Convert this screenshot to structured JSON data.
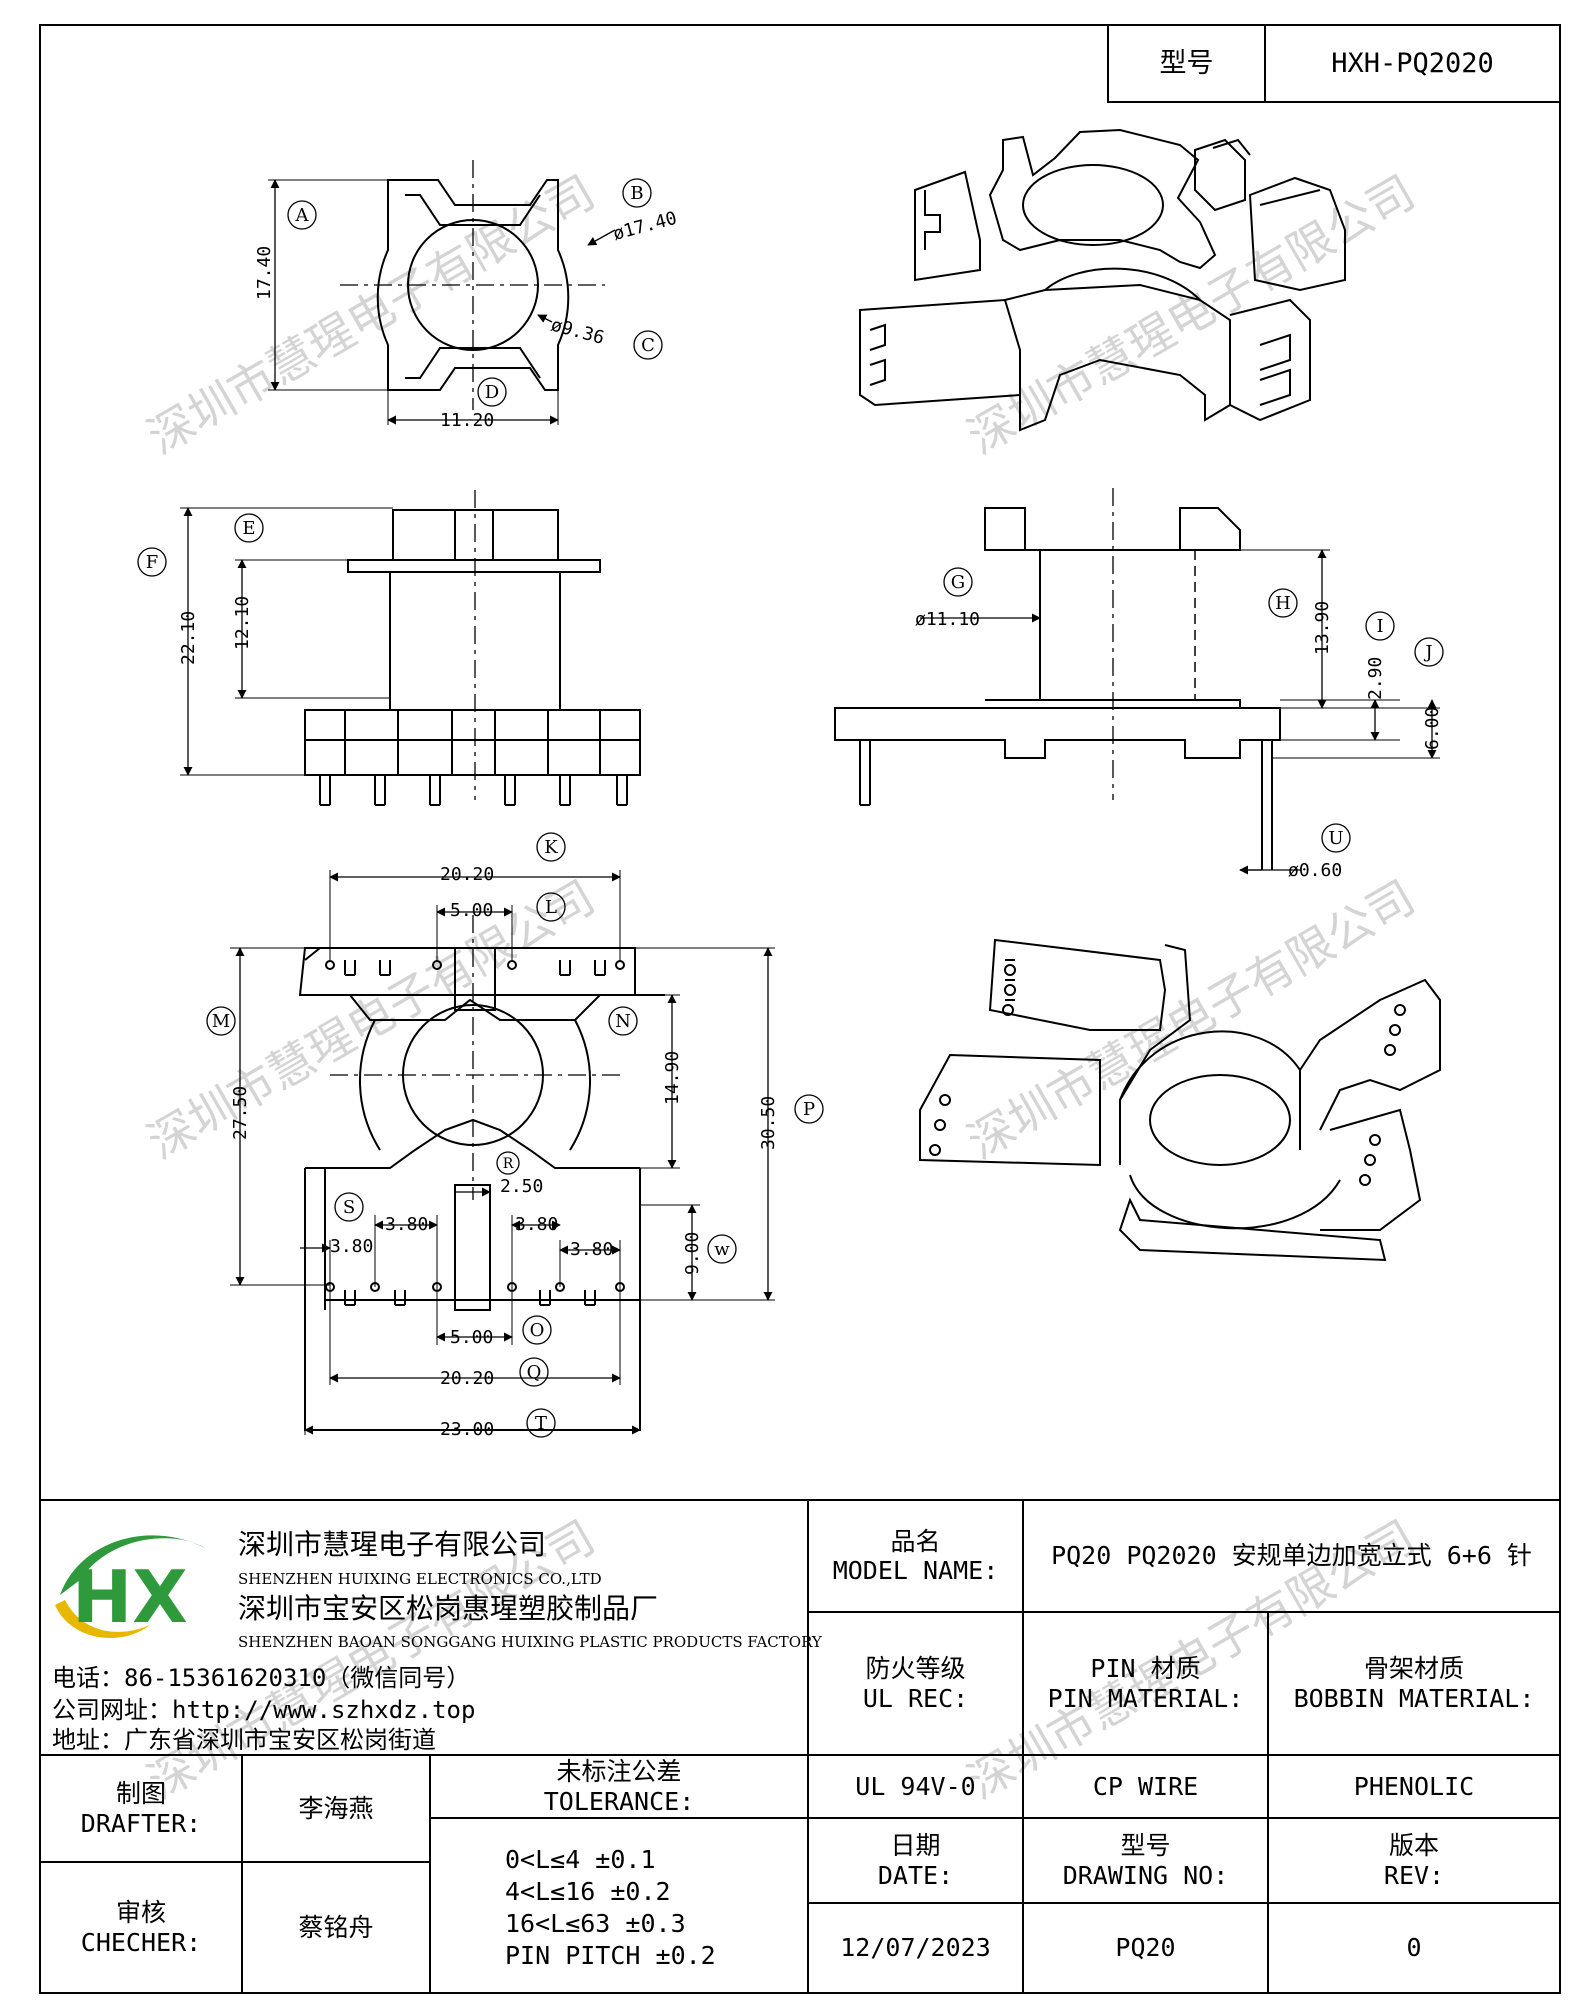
{
  "title_block": {
    "model_label": "型号",
    "model_value": "HXH-PQ2020"
  },
  "company": {
    "logo_text": "HX",
    "name_cn": "深圳市慧瑆电子有限公司",
    "name_en": "SHENZHEN HUIXING ELECTRONICS CO.,LTD",
    "factory_cn": "深圳市宝安区松岗惠瑆塑胶制品厂",
    "factory_en": "SHENZHEN BAOAN SONGGANG HUIXING PLASTIC PRODUCTS FACTORY",
    "phone": "电话：86-15361620310（微信同号）",
    "website": "公司网址：http://www.szhxdz.top",
    "address": "地址：广东省深圳市宝安区松岗街道",
    "watermark": "深圳市慧瑆电子有限公司"
  },
  "info": {
    "model_name_cn": "品名",
    "model_name_en": "MODEL NAME:",
    "model_name_value": "PQ20 PQ2020 安规单边加宽立式 6+6 针",
    "ul_cn": "防火等级",
    "ul_en": "UL REC:",
    "ul_value": "UL 94V-0",
    "pin_cn": "PIN 材质",
    "pin_en": "PIN MATERIAL:",
    "pin_value": "CP WIRE",
    "bobbin_cn": "骨架材质",
    "bobbin_en": "BOBBIN MATERIAL:",
    "bobbin_value": "PHENOLIC",
    "date_cn": "日期",
    "date_en": "DATE:",
    "date_value": "12/07/2023",
    "drawing_cn": "型号",
    "drawing_en": "DRAWING NO:",
    "drawing_value": "PQ20",
    "rev_cn": "版本",
    "rev_en": "REV:",
    "rev_value": "0"
  },
  "people": {
    "drafter_cn": "制图",
    "drafter_en": "DRAFTER:",
    "drafter_name": "李海燕",
    "checker_cn": "审核",
    "checker_en": "CHECHER:",
    "checker_name": "蔡铭舟"
  },
  "tolerance": {
    "title_cn": "未标注公差",
    "title_en": "TOLERANCE:",
    "rows": [
      "0<L≤4  ±0.1",
      "4<L≤16 ±0.2",
      "16<L≤63 ±0.3",
      "PIN PITCH ±0.2"
    ]
  },
  "drawing": {
    "dims": {
      "d_17_40": "17.40",
      "phi_17_40": "ø17.40",
      "phi_9_36": "ø9.36",
      "d_11_20": "11.20",
      "d_22_10": "22.10",
      "d_12_10": "12.10",
      "phi_11_10": "ø11.10",
      "d_13_90": "13.90",
      "d_2_90": "2.90",
      "d_6_00": "6.00",
      "phi_0_60": "ø0.60",
      "d_20_20_top": "20.20",
      "d_5_00_top": "5.00",
      "d_27_50": "27.50",
      "d_14_90": "14.90",
      "d_30_50": "30.50",
      "d_2_50": "2.50",
      "d_3_80_a": "3.80",
      "d_3_80_b": "3.80",
      "d_3_80_c": "3.80",
      "d_3_80_d": "3.80",
      "d_9_00": "9.00",
      "d_5_00_bot": "5.00",
      "d_20_20_bot": "20.20",
      "d_23_00": "23.00"
    },
    "balloons": {
      "A": "A",
      "B": "B",
      "C": "C",
      "D": "D",
      "E": "E",
      "F": "F",
      "G": "G",
      "H": "H",
      "I": "I",
      "J": "J",
      "K": "K",
      "L": "L",
      "M": "M",
      "N": "N",
      "O": "O",
      "P": "P",
      "Q": "Q",
      "R": "R",
      "S": "S",
      "T": "T",
      "U": "U",
      "W": "w"
    }
  },
  "colors": {
    "logo_green": "#2e9a3c",
    "logo_yellow": "#e8b800",
    "watermark": "#d0d0d0"
  }
}
